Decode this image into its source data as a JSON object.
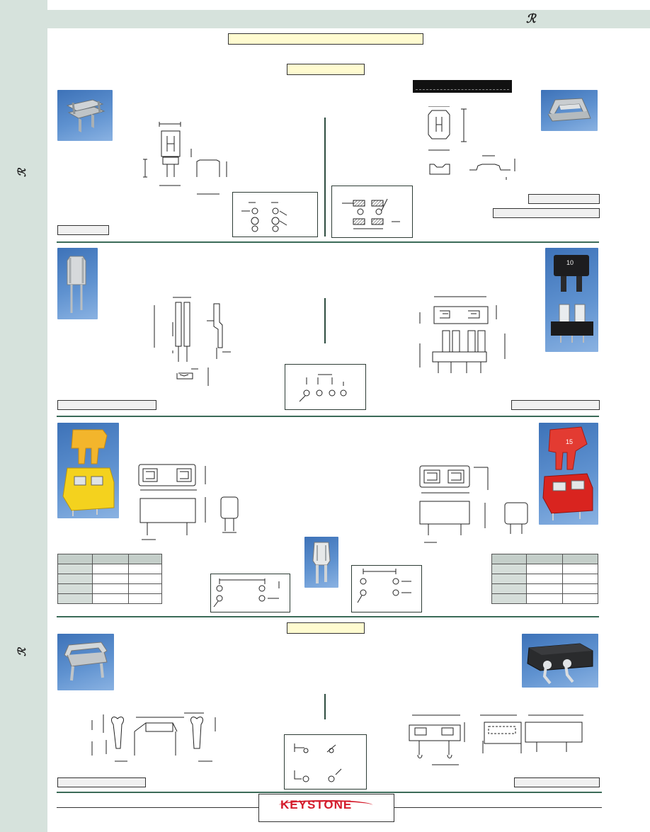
{
  "header": {
    "ul_mark": "ℛ"
  },
  "sidebar": {
    "ul_marks": [
      "ℛ",
      "ℛ"
    ]
  },
  "brand": {
    "logo_text": "KEYSTONE",
    "accent_color": "#d41c2c",
    "sidebar_color": "#d6e2dc",
    "divider_color": "#3b6b58"
  },
  "sections": [
    {
      "name": "section-1",
      "photos": [
        "clip-photo",
        "clip-photo-2"
      ]
    },
    {
      "name": "section-2",
      "photos": [
        "fuse-clip-photo",
        "mini-fuse-holder-photo"
      ]
    },
    {
      "name": "section-3",
      "photos": [
        "yellow-fuse-holder-photo",
        "fuse-terminal-photo",
        "red-fuse-holder-photo"
      ]
    },
    {
      "name": "section-4",
      "photos": [
        "clip-photo-3",
        "black-holder-photo"
      ]
    }
  ]
}
